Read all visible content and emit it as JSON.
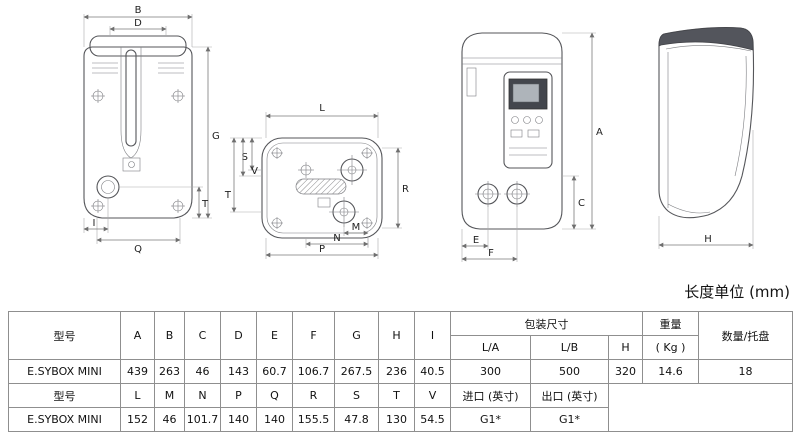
{
  "unit_label": "长度单位 (mm)",
  "dim_labels": {
    "A": "A",
    "B": "B",
    "C": "C",
    "D": "D",
    "E": "E",
    "F": "F",
    "G": "G",
    "H": "H",
    "I": "I",
    "L": "L",
    "M": "M",
    "N": "N",
    "P": "P",
    "Q": "Q",
    "R": "R",
    "S": "S",
    "T": "T",
    "V": "V"
  },
  "table": {
    "h_model": "型号",
    "h_dims_top": [
      "A",
      "B",
      "C",
      "D",
      "E",
      "F",
      "G",
      "H",
      "I"
    ],
    "h_packing": "包装尺寸",
    "h_packing_cols": [
      "L/A",
      "L/B",
      "H"
    ],
    "h_weight": "重量",
    "h_weight_unit": "( Kg )",
    "h_qty": "数量/托盘",
    "h_dims_bottom": [
      "L",
      "M",
      "N",
      "P",
      "Q",
      "R",
      "S",
      "T",
      "V"
    ],
    "h_inlet": "进口 (英寸)",
    "h_outlet": "出口 (英寸)",
    "row_top": {
      "model": "E.SYBOX MINI",
      "values": [
        "439",
        "263",
        "46",
        "143",
        "60.7",
        "106.7",
        "267.5",
        "236",
        "40.5",
        "300",
        "500",
        "320",
        "14.6",
        "18"
      ]
    },
    "row_bottom": {
      "model": "E.SYBOX MINI",
      "values": [
        "152",
        "46",
        "101.7",
        "140",
        "140",
        "155.5",
        "47.8",
        "130",
        "54.5",
        "G1*",
        "G1*"
      ]
    }
  }
}
